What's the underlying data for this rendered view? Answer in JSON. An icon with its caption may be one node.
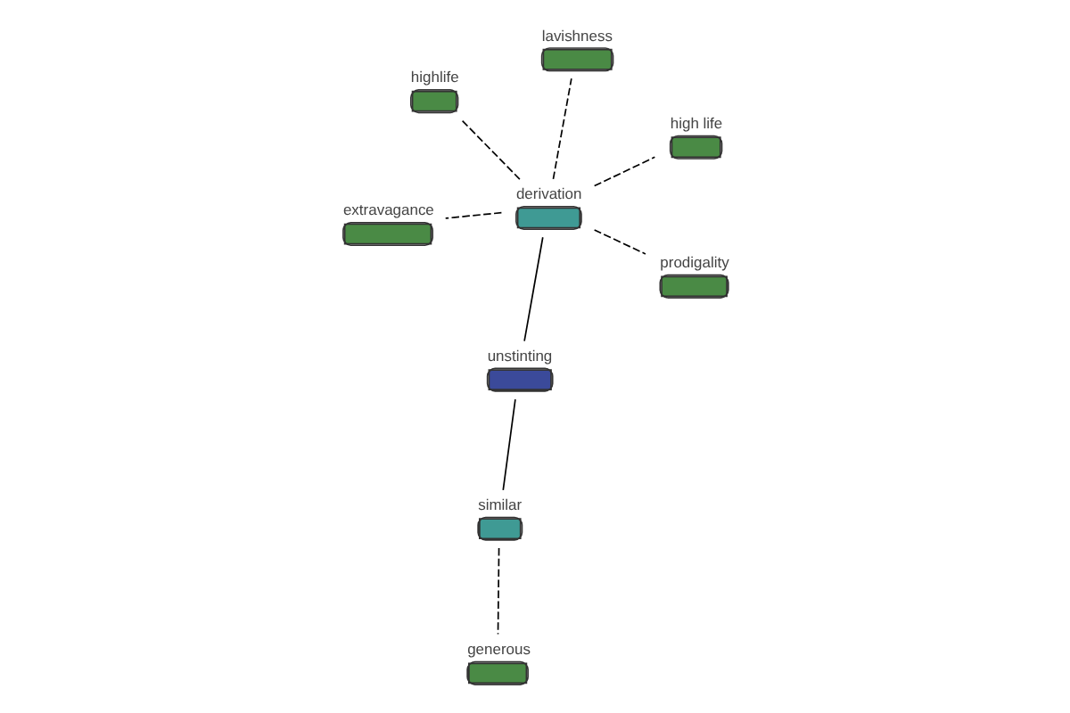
{
  "diagram": {
    "nodes": [
      {
        "text": [
          "unstinting"
        ]
      },
      {
        "text": [
          "similar"
        ]
      },
      {
        "text": [
          "generous"
        ]
      },
      {
        "text": [
          "derivation"
        ]
      },
      {
        "text": [
          "lavishness"
        ]
      },
      {
        "text": [
          "highlife"
        ]
      },
      {
        "text": [
          "extravagance"
        ]
      },
      {
        "text": [
          "high life"
        ]
      },
      {
        "text": [
          "prodigality"
        ]
      }
    ],
    "edges": [
      {
        "from": 0,
        "to": 1,
        "arrow": "none"
      },
      {
        "from": 1,
        "to": 2,
        "arrow": "none",
        "style": "dashed"
      },
      {
        "from": 0,
        "to": 3,
        "arrow": "none"
      },
      {
        "from": 3,
        "to": 4,
        "arrow": "none",
        "style": "dashed"
      },
      {
        "from": 3,
        "to": 5,
        "arrow": "none",
        "style": "dashed"
      },
      {
        "from": 3,
        "to": 6,
        "arrow": "none",
        "style": "dashed"
      },
      {
        "from": 3,
        "to": 7,
        "arrow": "none",
        "style": "dashed"
      },
      {
        "from": 3,
        "to": 8,
        "arrow": "none",
        "style": "dashed"
      }
    ]
  }
}
